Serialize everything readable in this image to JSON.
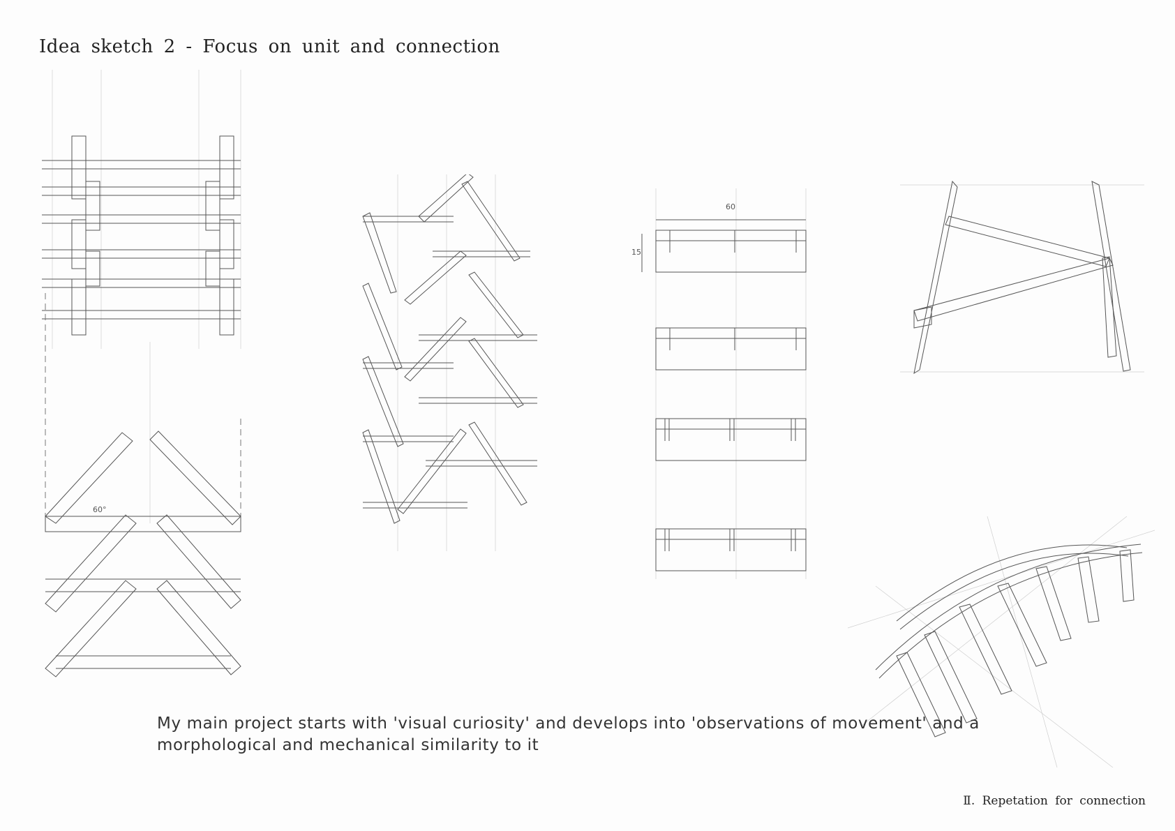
{
  "page": {
    "title": "Idea sketch 2 - Focus on unit and connection",
    "caption": "My main project starts with 'visual curiosity' and develops into 'observations of movement' and a morphological and mechanical similarity to it",
    "footer": "Ⅱ. Repetation for connection"
  },
  "annotations": {
    "angle_label": "60°",
    "width_label": "60",
    "height_label": "15"
  }
}
